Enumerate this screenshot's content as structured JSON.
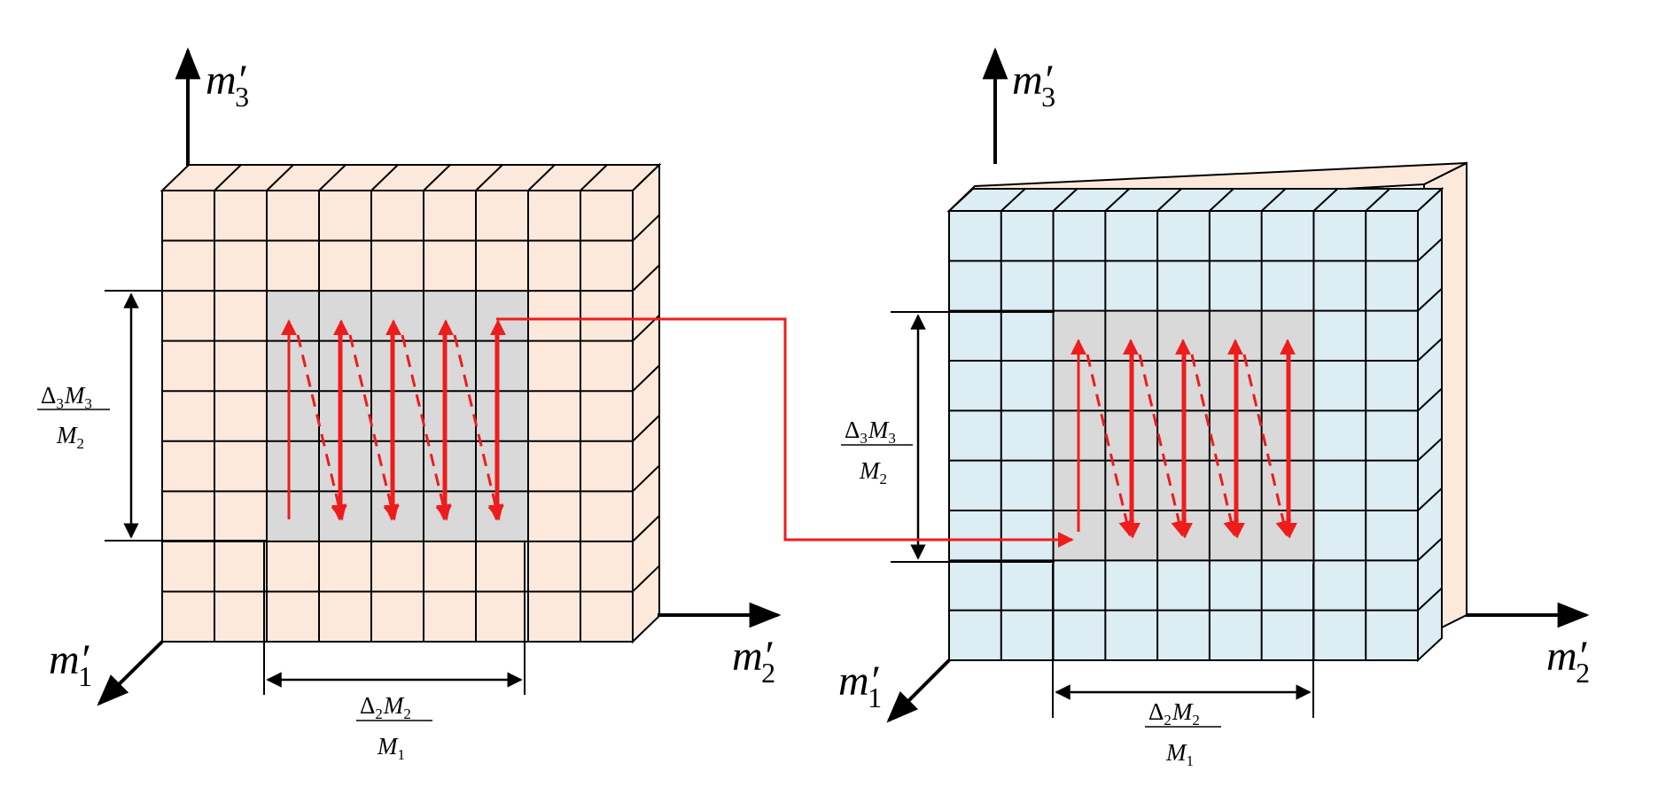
{
  "colors": {
    "line": "#000000",
    "arrow": "#ee1c1c",
    "left_face": "#fce9dc",
    "right_face": "#dcedf3",
    "highlight": "#d9d9d9"
  },
  "left_panel": {
    "axis_m3": {
      "base": "m",
      "prime": "′",
      "sub": "3"
    },
    "axis_m2": {
      "base": "m",
      "prime": "′",
      "sub": "2"
    },
    "axis_m1": {
      "base": "m",
      "prime": "′",
      "sub": "1"
    },
    "height_fraction": {
      "delta": "Δ",
      "delta_sub": "3",
      "num": "M",
      "num_sub": "3",
      "den": "M",
      "den_sub": "2"
    },
    "width_fraction": {
      "delta": "Δ",
      "delta_sub": "2",
      "num": "M",
      "num_sub": "2",
      "den": "M",
      "den_sub": "1"
    }
  },
  "right_panel": {
    "axis_m3": {
      "base": "m",
      "prime": "′",
      "sub": "3"
    },
    "axis_m2": {
      "base": "m",
      "prime": "′",
      "sub": "2"
    },
    "axis_m1": {
      "base": "m",
      "prime": "′",
      "sub": "1"
    },
    "height_fraction": {
      "delta": "Δ",
      "delta_sub": "3",
      "num": "M",
      "num_sub": "3",
      "den": "M",
      "den_sub": "2"
    },
    "width_fraction": {
      "delta": "Δ",
      "delta_sub": "2",
      "num": "M",
      "num_sub": "2",
      "den": "M",
      "den_sub": "1"
    }
  }
}
